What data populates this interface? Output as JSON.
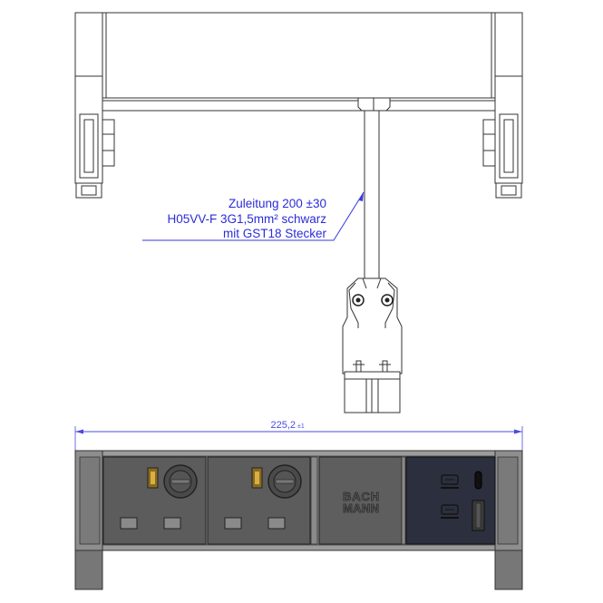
{
  "annotation": {
    "line1": "Zuleitung 200 ±30",
    "line2": "H05VV-F 3G1,5mm² schwarz",
    "line3": "mit GST18 Stecker"
  },
  "dimension": {
    "value": "225,2",
    "tolerance": "±1"
  },
  "front_view": {
    "logo": "BACHMANN",
    "modules": [
      "socket",
      "socket",
      "blank-logo",
      "usb-charger"
    ]
  },
  "colors": {
    "annotation": "#2b2bd9",
    "frame": "#9a9a9a",
    "module": "#5c5c5c",
    "usb_module": "#2c2f3d",
    "switch": "#b8902a"
  }
}
